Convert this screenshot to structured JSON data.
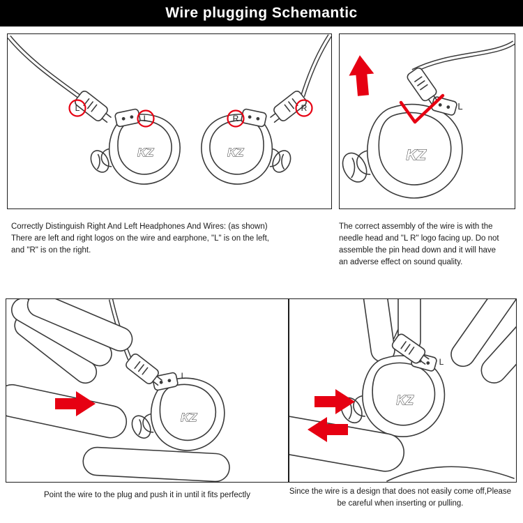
{
  "header": {
    "title": "Wire plugging Schemantic"
  },
  "colors": {
    "header_bg": "#000000",
    "header_text": "#ffffff",
    "line_art": "#3a3a3a",
    "accent_red": "#e60012"
  },
  "icons": {
    "up_arrow": "red-arrow-up-icon",
    "right_arrow": "red-arrow-right-icon",
    "left_arrow": "red-arrow-left-icon",
    "checkmark": "red-checkmark-icon"
  },
  "panels": {
    "p1": {
      "caption": "Correctly Distinguish Right And Left Headphones And Wires: (as shown)\nThere are left and right logos on the wire and earphone, \"L\" is on the left,\nand \"R\" is on the right.",
      "wire_label_left": "L",
      "shell_label_left": "L",
      "shell_label_right": "R",
      "wire_label_right": "R",
      "logo_left": "KZ",
      "logo_right": "KZ"
    },
    "p2": {
      "caption": "The correct assembly of the wire is with the\nneedle head and \"L R\" logo facing up. Do not\nassemble the pin head down and it will have\nan adverse effect on sound quality.",
      "shell_label": "L",
      "logo": "KZ"
    },
    "p3": {
      "caption": "Point the wire to the plug and push it in until it fits perfectly",
      "shell_label": "L",
      "logo": "KZ"
    },
    "p4": {
      "caption": "Since the wire is a design that does not easily come off,Please\nbe careful when inserting or pulling.",
      "shell_label": "L",
      "logo": "KZ"
    }
  }
}
